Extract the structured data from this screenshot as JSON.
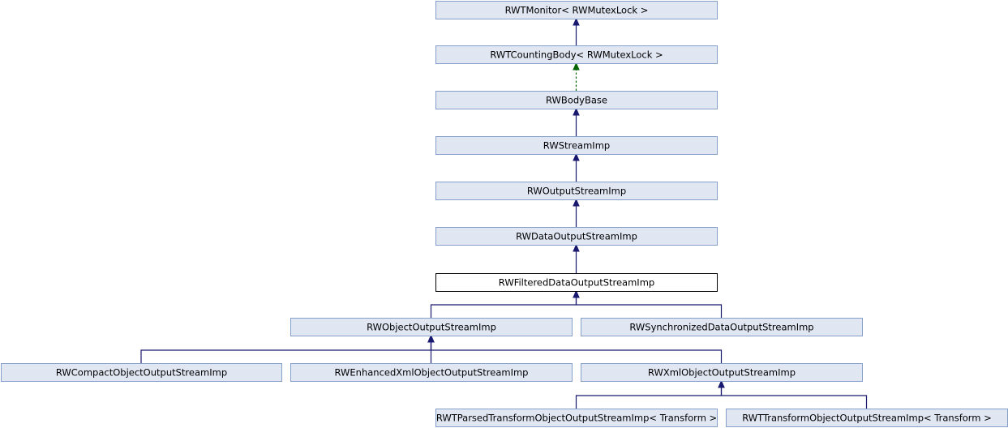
{
  "diagram": {
    "current_class": "RWFilteredDataOutputStreamImp",
    "nodes": [
      {
        "id": "monitor",
        "label": "RWTMonitor< RWMutexLock >"
      },
      {
        "id": "counting_body",
        "label": "RWTCountingBody< RWMutexLock >"
      },
      {
        "id": "body_base",
        "label": "RWBodyBase"
      },
      {
        "id": "stream_imp",
        "label": "RWStreamImp"
      },
      {
        "id": "output_stream_imp",
        "label": "RWOutputStreamImp"
      },
      {
        "id": "data_output_stream_imp",
        "label": "RWDataOutputStreamImp"
      },
      {
        "id": "filtered_data_output_stream_imp",
        "label": "RWFilteredDataOutputStreamImp"
      },
      {
        "id": "object_output_stream_imp",
        "label": "RWObjectOutputStreamImp"
      },
      {
        "id": "synchronized_data_output_stream_imp",
        "label": "RWSynchronizedDataOutputStreamImp"
      },
      {
        "id": "compact_object_output_stream_imp",
        "label": "RWCompactObjectOutputStreamImp"
      },
      {
        "id": "enhanced_xml_object_output_stream_imp",
        "label": "RWEnhancedXmlObjectOutputStreamImp"
      },
      {
        "id": "xml_object_output_stream_imp",
        "label": "RWXmlObjectOutputStreamImp"
      },
      {
        "id": "parsed_transform",
        "label": "RWTParsedTransformObjectOutputStreamImp< Transform >"
      },
      {
        "id": "transform",
        "label": "RWTTransformObjectOutputStreamImp< Transform >"
      }
    ],
    "edges": [
      {
        "from": "counting_body",
        "to": "monitor",
        "style": "solid"
      },
      {
        "from": "body_base",
        "to": "counting_body",
        "style": "dashed"
      },
      {
        "from": "stream_imp",
        "to": "body_base",
        "style": "solid"
      },
      {
        "from": "output_stream_imp",
        "to": "stream_imp",
        "style": "solid"
      },
      {
        "from": "data_output_stream_imp",
        "to": "output_stream_imp",
        "style": "solid"
      },
      {
        "from": "filtered_data_output_stream_imp",
        "to": "data_output_stream_imp",
        "style": "solid"
      },
      {
        "from": "object_output_stream_imp",
        "to": "filtered_data_output_stream_imp",
        "style": "solid"
      },
      {
        "from": "synchronized_data_output_stream_imp",
        "to": "filtered_data_output_stream_imp",
        "style": "solid"
      },
      {
        "from": "compact_object_output_stream_imp",
        "to": "object_output_stream_imp",
        "style": "solid"
      },
      {
        "from": "enhanced_xml_object_output_stream_imp",
        "to": "object_output_stream_imp",
        "style": "solid"
      },
      {
        "from": "xml_object_output_stream_imp",
        "to": "object_output_stream_imp",
        "style": "solid"
      },
      {
        "from": "parsed_transform",
        "to": "xml_object_output_stream_imp",
        "style": "solid"
      },
      {
        "from": "transform",
        "to": "xml_object_output_stream_imp",
        "style": "solid"
      }
    ]
  }
}
